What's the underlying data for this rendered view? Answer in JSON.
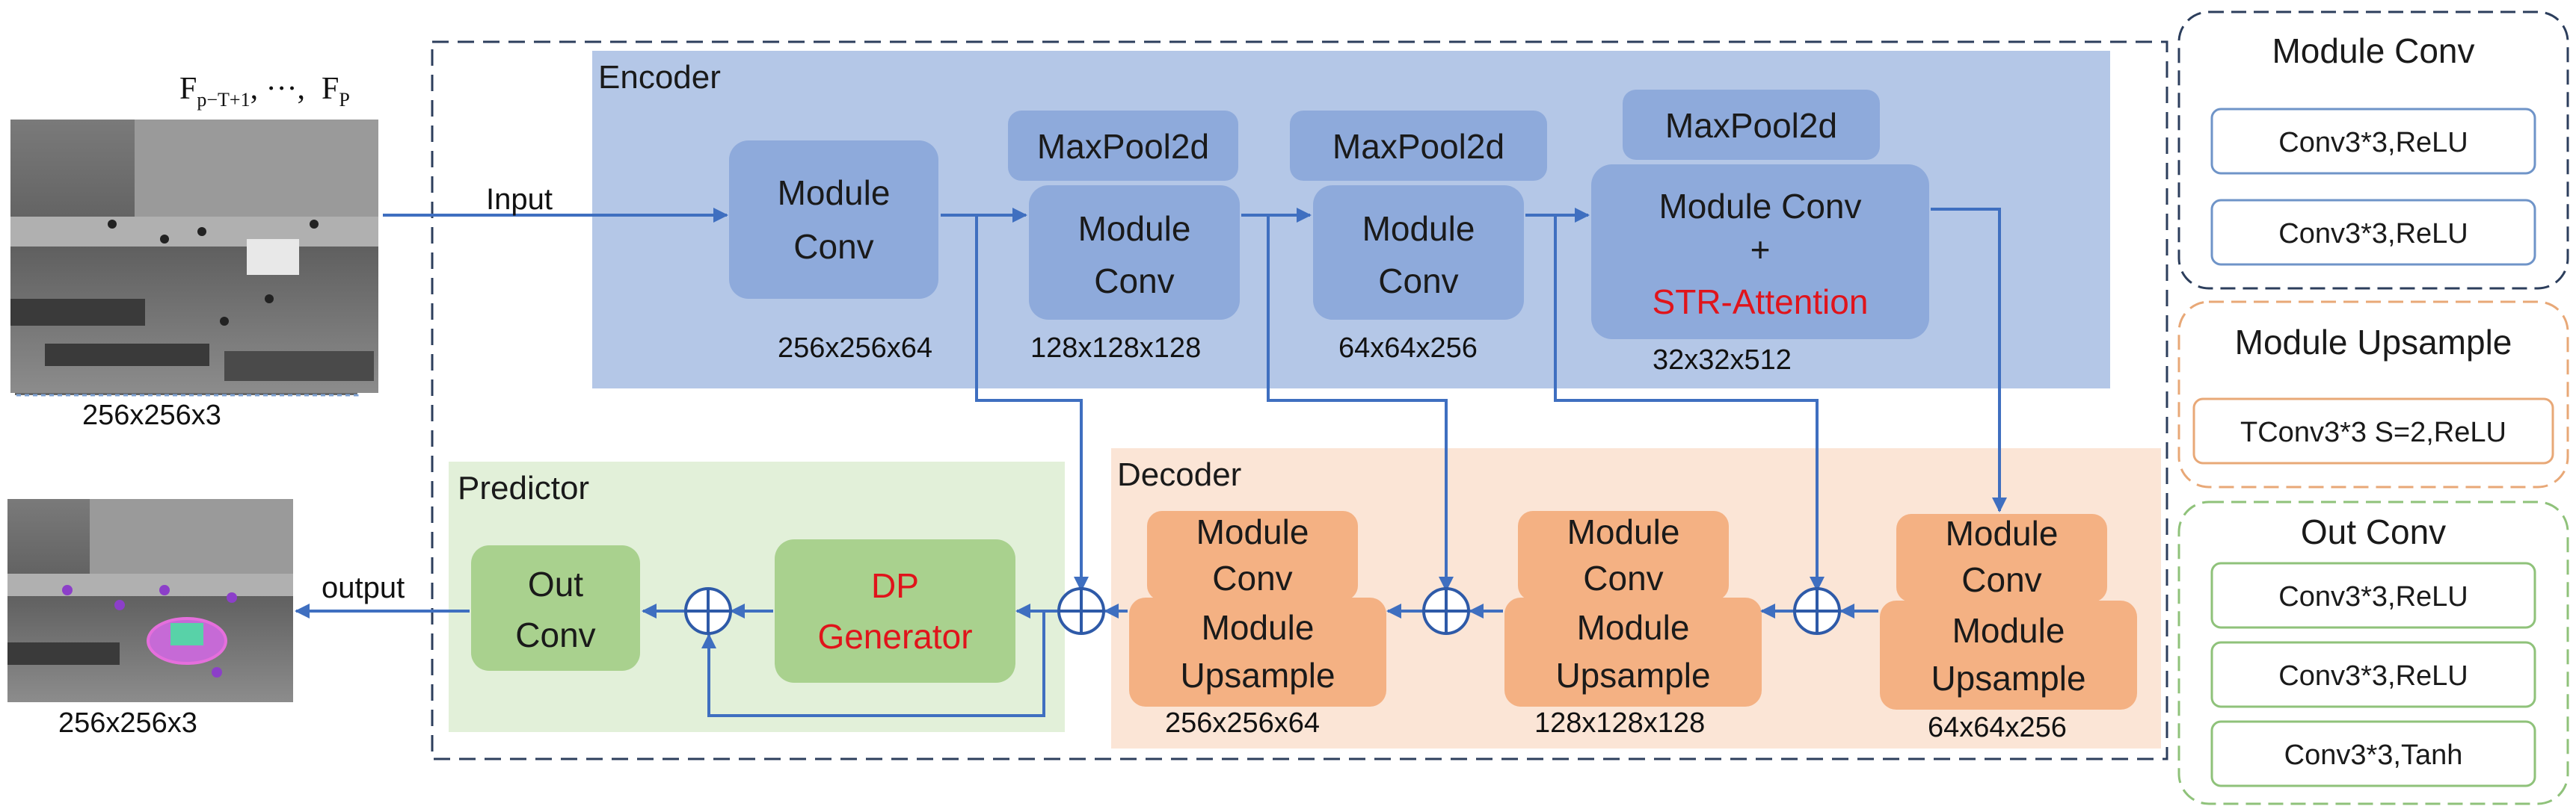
{
  "input_frames": {
    "sequence_label": "F",
    "sequence_sub_first": "p−T+1",
    "sequence_sep": ", ···,",
    "sequence_label_last": "F",
    "sequence_sub_last": "P",
    "input_dim": "256x256x3",
    "output_dim": "256x256x3"
  },
  "arrows": {
    "input": "Input",
    "output": "output"
  },
  "encoder": {
    "title": "Encoder",
    "blocks": [
      {
        "line1": "Module",
        "line2": "Conv",
        "dim": "256x256x64"
      },
      {
        "pool": "MaxPool2d",
        "line1": "Module",
        "line2": "Conv",
        "dim": "128x128x128"
      },
      {
        "pool": "MaxPool2d",
        "line1": "Module",
        "line2": "Conv",
        "dim": "64x64x256"
      },
      {
        "pool": "MaxPool2d",
        "line1": "Module Conv",
        "line2": "+",
        "line3": "STR-Attention",
        "dim": "32x32x512"
      }
    ]
  },
  "decoder": {
    "title": "Decoder",
    "blocks": [
      {
        "top1": "Module",
        "top2": "Conv",
        "bot1": "Module",
        "bot2": "Upsample",
        "dim": "256x256x64"
      },
      {
        "top1": "Module",
        "top2": "Conv",
        "bot1": "Module",
        "bot2": "Upsample",
        "dim": "128x128x128"
      },
      {
        "top1": "Module",
        "top2": "Conv",
        "bot1": "Module",
        "bot2": "Upsample",
        "dim": "64x64x256"
      }
    ]
  },
  "predictor": {
    "title": "Predictor",
    "out_conv": {
      "line1": "Out",
      "line2": "Conv"
    },
    "dp_generator": {
      "line1": "DP",
      "line2": "Generator"
    }
  },
  "legend": {
    "module_conv": {
      "title": "Module Conv",
      "items": [
        "Conv3*3,ReLU",
        "Conv3*3,ReLU"
      ]
    },
    "module_upsample": {
      "title": "Module Upsample",
      "items": [
        "TConv3*3 S=2,ReLU"
      ]
    },
    "out_conv": {
      "title": "Out Conv",
      "items": [
        "Conv3*3,ReLU",
        "Conv3*3,ReLU",
        "Conv3*3,Tanh"
      ]
    }
  },
  "colors": {
    "encoder_bg": "#b4c7e7",
    "encoder_block": "#8eaadb",
    "decoder_bg": "#fbe5d6",
    "decoder_block": "#f4b183",
    "predictor_bg": "#e2f0d9",
    "predictor_block": "#a9d18e",
    "arrow": "#3f6fc0",
    "accent_red": "#e0141b"
  }
}
